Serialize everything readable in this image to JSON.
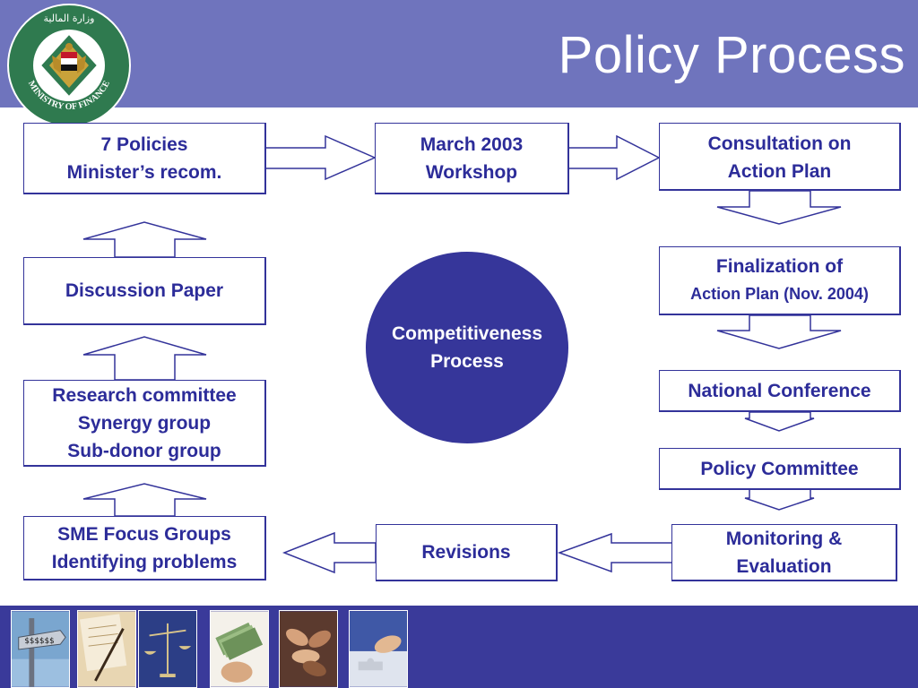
{
  "header": {
    "title": "Policy Process"
  },
  "logo": {
    "ring_text": "MINISTRY OF FINANCE",
    "arabic_text": "وزارة المالية"
  },
  "center": {
    "line1": "Competitiveness",
    "line2": "Process"
  },
  "boxes": {
    "policies": {
      "line1": "7 Policies",
      "line2": "Minister’s recom."
    },
    "workshop": {
      "line1": "March 2003",
      "line2": "Workshop"
    },
    "consultation": {
      "line1": "Consultation on",
      "line2": "Action Plan"
    },
    "discussion": {
      "line1": "Discussion Paper"
    },
    "finalization": {
      "line1": "Finalization of",
      "line2": "Action Plan (Nov. 2004)"
    },
    "research": {
      "line1": "Research committee",
      "line2": "Synergy group",
      "line3": "Sub-donor group"
    },
    "national": {
      "line1": "National Conference"
    },
    "policy_committee": {
      "line1": "Policy Committee"
    },
    "sme": {
      "line1": "SME Focus Groups",
      "line2": "Identifying problems"
    },
    "revisions": {
      "line1": "Revisions"
    },
    "monitoring": {
      "line1": "Monitoring &",
      "line2": "Evaluation"
    }
  },
  "colors": {
    "header": "#6f74bd",
    "accent": "#36369a",
    "text": "#2c2c99",
    "footer": "#3a3a9a"
  },
  "footer": {
    "images": [
      "signpost-image",
      "papers-pen-image",
      "scales-image",
      "money-hand-image",
      "hands-teamwork-image",
      "puzzle-hand-image"
    ]
  }
}
